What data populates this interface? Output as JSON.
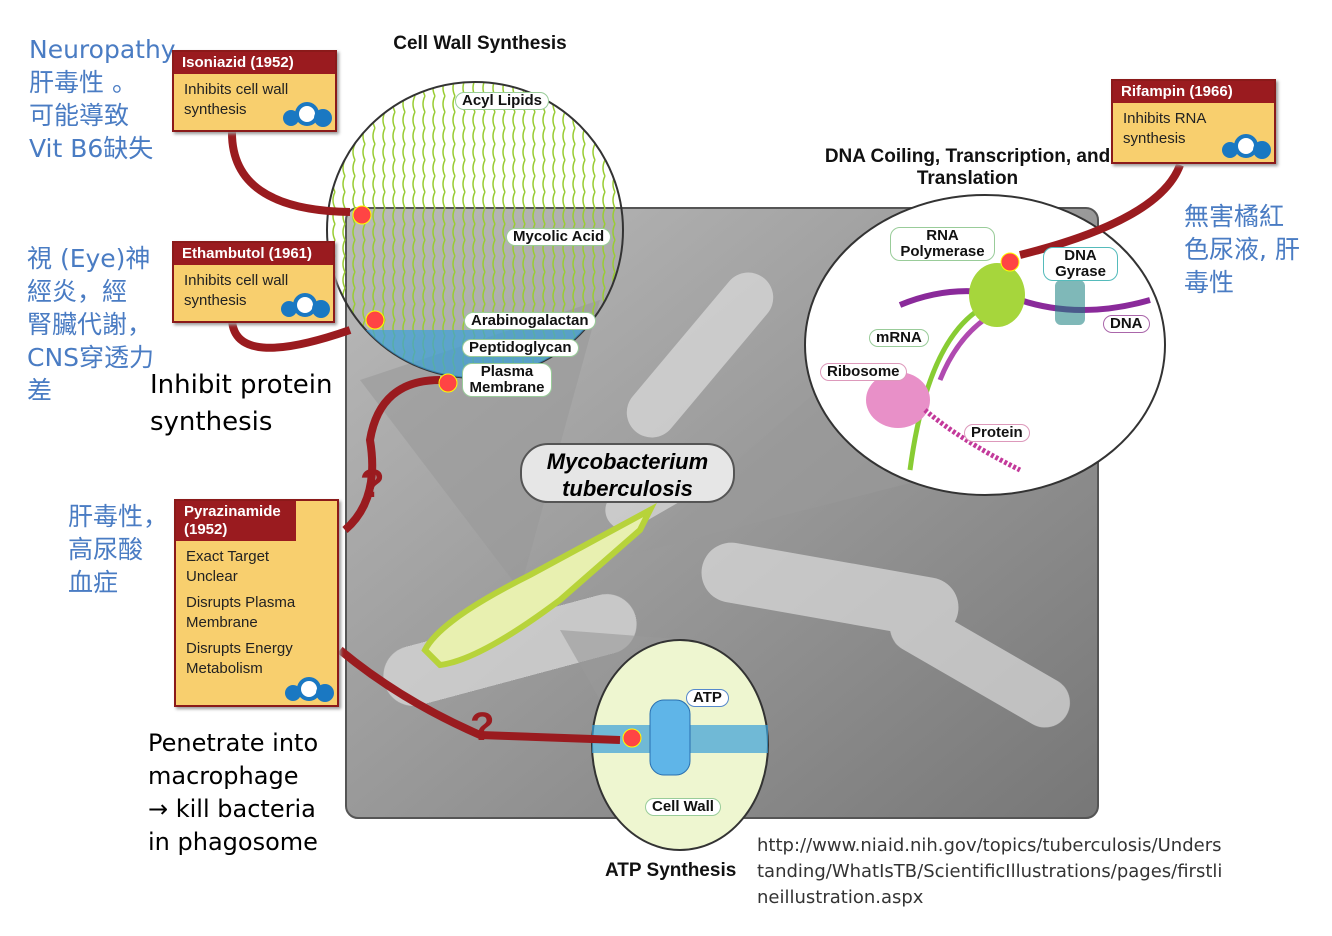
{
  "notes": {
    "isoniazid": "Neuropathy\n肝毒性 。\n可能導致\nVit B6缺失",
    "ethambutol": "視 (Eye)神\n經炎，經\n腎臟代謝，\nCNS穿透力\n差",
    "pyrazinamide": "肝毒性，\n高尿酸\n血症",
    "rifampin": "無害橘紅\n色尿液, 肝\n毒性",
    "protein": "Inhibit protein\nsynthesis",
    "macrophage": "Penetrate into\nmacrophage\n→ kill bacteria\nin phagosome"
  },
  "drugs": {
    "isoniazid": {
      "name": "Isoniazid (1952)",
      "desc": "Inhibits cell wall synthesis"
    },
    "ethambutol": {
      "name": "Ethambutol (1961)",
      "desc": "Inhibits cell wall synthesis"
    },
    "rifampin": {
      "name": "Rifampin (1966)",
      "desc": "Inhibits RNA synthesis"
    },
    "pyrazinamide": {
      "name": "Pyrazinamide (1952)",
      "desc1": "Exact Target Unclear",
      "desc2": "Disrupts Plasma Membrane",
      "desc3": "Disrupts Energy Metabolism"
    }
  },
  "sections": {
    "cell_wall": "Cell Wall Synthesis",
    "dna": "DNA Coiling, Transcription, and Translation",
    "atp": "ATP Synthesis",
    "organism": "Mycobacterium tuberculosis"
  },
  "labels": {
    "acyl": "Acyl Lipids",
    "mycolic": "Mycolic Acid",
    "arabino": "Arabinogalactan",
    "peptido": "Peptidoglycan",
    "plasma": "Plasma Membrane",
    "rnapol": "RNA Polymerase",
    "gyrase": "DNA Gyrase",
    "dna": "DNA",
    "mrna": "mRNA",
    "ribosome": "Ribosome",
    "protein": "Protein",
    "atp": "ATP",
    "cellwall": "Cell Wall",
    "unknown": "?"
  },
  "source_url": "http://www.niaid.nih.gov/topics/tuberculosis/Understanding/WhatIsTB/ScientificIllustrations/pages/firstlineillustration.aspx",
  "colors": {
    "drug_header": "#9a1b1f",
    "drug_body": "#f8cf6e",
    "arrow": "#9a1b1f",
    "note": "#4a7cc3"
  }
}
